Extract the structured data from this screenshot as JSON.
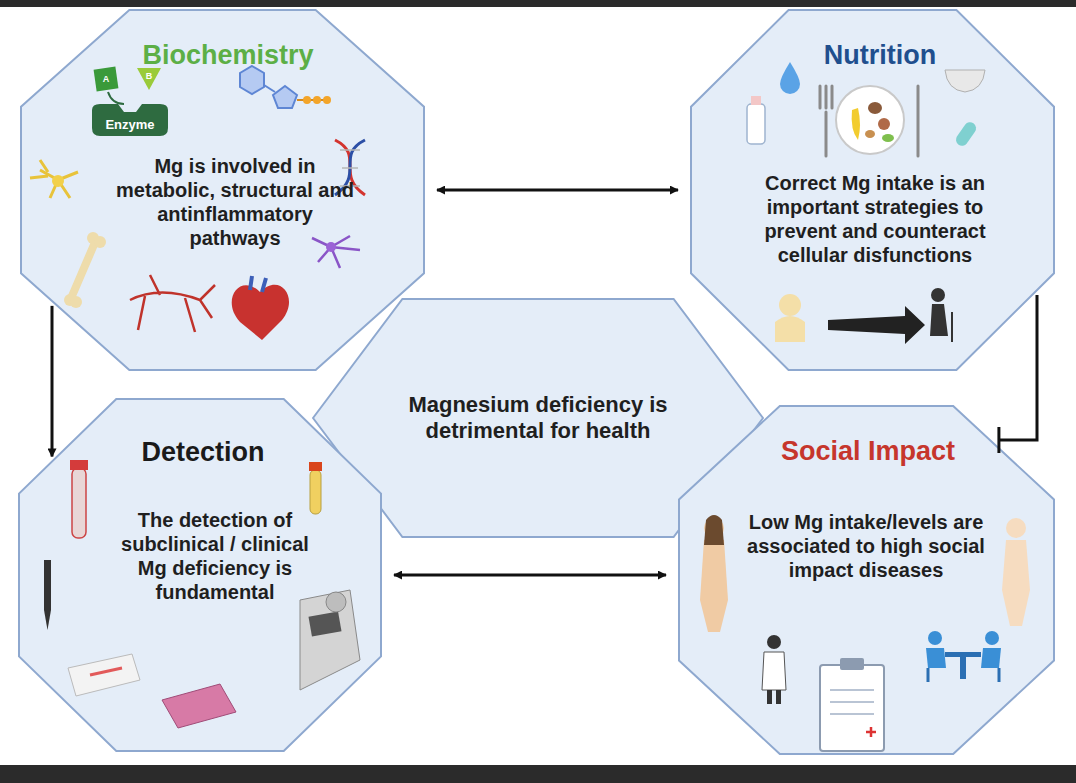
{
  "diagram": {
    "nodes": [
      {
        "text": [
          "Biochemistry",
          "Mg is involved in metabolic, structural and antinflammatory pathways"
        ]
      },
      {
        "text": [
          "Nutrition",
          "Correct Mg intake is an important strategies to prevent and counteract cellular disfunctions"
        ]
      },
      {
        "text": [
          "Magnesium deficiency is detrimental for health"
        ]
      },
      {
        "text": [
          "Detection",
          "The detection of subclinical / clinical Mg deficiency is fundamental"
        ]
      },
      {
        "text": [
          "Social Impact",
          "Low Mg intake/levels are associated to high social impact diseases"
        ]
      }
    ],
    "edges": [
      {
        "from": 0,
        "to": 1,
        "arrow": "both"
      },
      {
        "from": 0,
        "to": 3,
        "arrow": "to"
      },
      {
        "from": 1,
        "to": 4,
        "arrow": "none"
      },
      {
        "from": 3,
        "to": 4,
        "arrow": "both"
      }
    ],
    "labels": [
      "A",
      "B",
      "Enzyme"
    ]
  }
}
